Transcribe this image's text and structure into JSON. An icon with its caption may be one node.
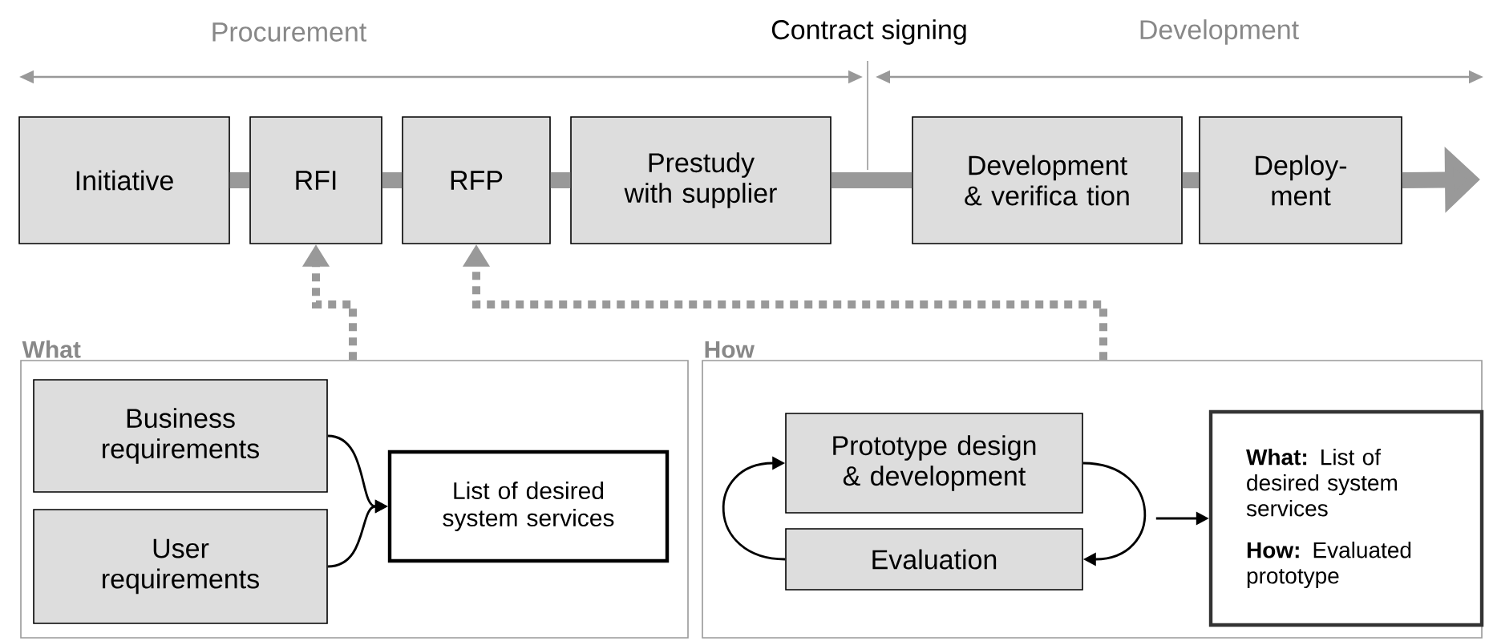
{
  "diagram": {
    "nodes": [
      {
        "text": [
          "Initiative"
        ]
      },
      {
        "text": [
          "RFI"
        ]
      },
      {
        "text": [
          "RFP"
        ]
      },
      {
        "text": [
          "Prestudy with supplier"
        ]
      },
      {
        "text": [
          "Development & verifica tion"
        ]
      },
      {
        "text": [
          "Deploy- ment"
        ]
      },
      {
        "text": [
          "What"
        ]
      },
      {
        "text": [
          "Business requirements"
        ],
        "in": 6
      },
      {
        "text": [
          "User requirements"
        ],
        "in": 6
      },
      {
        "text": [
          "List of desired system services"
        ],
        "in": 6
      },
      {
        "text": [
          "How"
        ]
      },
      {
        "text": [
          "Prototype design & development"
        ],
        "in": 10
      },
      {
        "text": [
          "Evaluation"
        ],
        "in": 10
      },
      {
        "text": [
          "**What:** List of desired system services",
          "**How:** Evaluated prototype"
        ],
        "in": 10
      }
    ],
    "edges": [
      {
        "from": 0,
        "to": 1,
        "arrow": "none",
        "style": "thick"
      },
      {
        "from": 1,
        "to": 2,
        "arrow": "none",
        "style": "thick"
      },
      {
        "from": 2,
        "to": 3,
        "arrow": "none",
        "style": "thick"
      },
      {
        "from": 3,
        "to": 4,
        "arrow": "none",
        "style": "thick"
      },
      {
        "from": 4,
        "to": 5,
        "arrow": "none",
        "style": "thick"
      },
      {
        "from": 5,
        "to": null,
        "arrow": "to",
        "style": "thick"
      },
      {
        "from": 6,
        "to": 1,
        "arrow": "to",
        "style": "dashed"
      },
      {
        "from": 10,
        "to": 2,
        "arrow": "to",
        "style": "dashed"
      },
      {
        "from": 7,
        "to": 9,
        "arrow": "to",
        "color": "#000000"
      },
      {
        "from": 8,
        "to": 9,
        "arrow": "to",
        "color": "#000000"
      },
      {
        "from": 11,
        "to": 12,
        "arrow": "to",
        "color": "#000000"
      },
      {
        "from": 12,
        "to": 11,
        "arrow": "to",
        "color": "#000000"
      },
      {
        "from": null,
        "to": 13,
        "arrow": "to",
        "color": "#000000"
      }
    ],
    "labels": [
      "Procurement",
      "Contract signing",
      "Development"
    ]
  }
}
